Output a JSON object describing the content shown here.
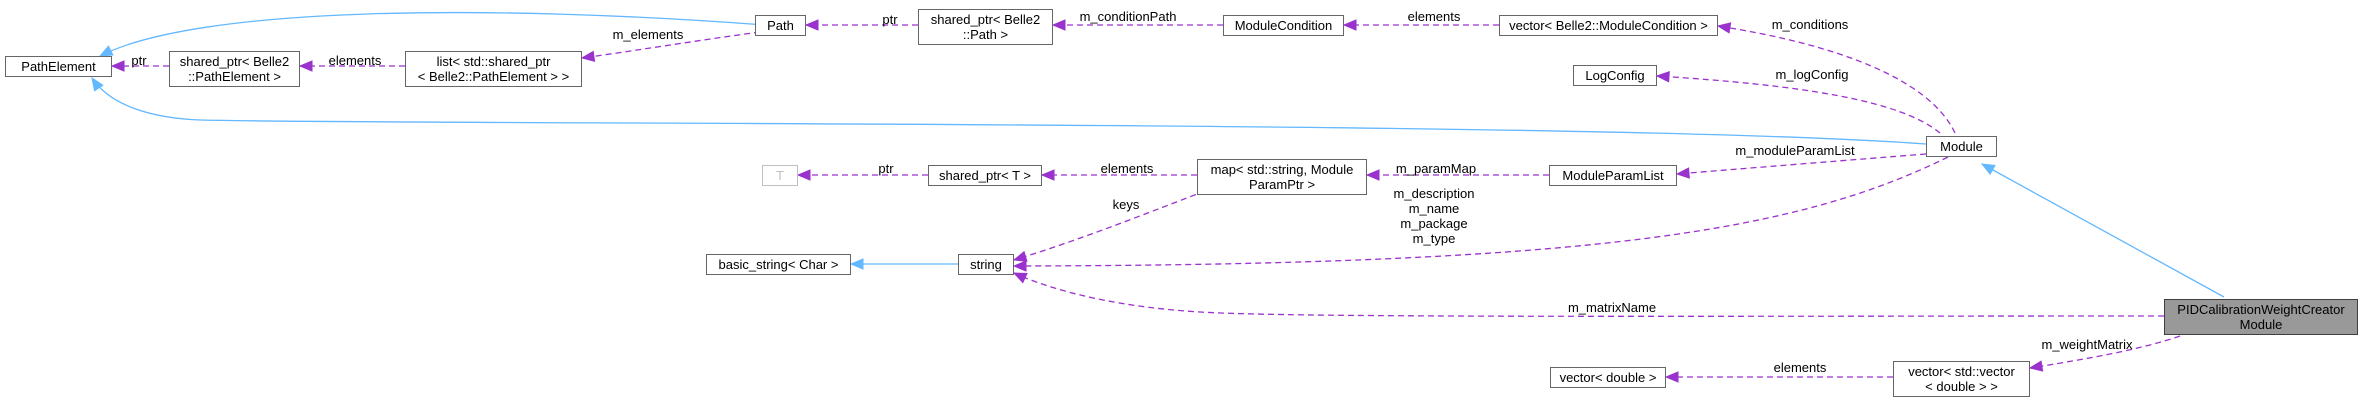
{
  "diagram": {
    "nodes": {
      "path_element": [
        "PathElement"
      ],
      "shared_ptr_path_element": [
        "shared_ptr< Belle2",
        "::PathElement >"
      ],
      "list_shared_ptr": [
        "list< std::shared_ptr",
        "< Belle2::PathElement > >"
      ],
      "path": [
        "Path"
      ],
      "shared_ptr_path": [
        "shared_ptr< Belle2",
        "::Path >"
      ],
      "module_condition": [
        "ModuleCondition"
      ],
      "vector_module_condition": [
        "vector< Belle2::ModuleCondition >"
      ],
      "log_config": [
        "LogConfig"
      ],
      "module": [
        "Module"
      ],
      "t": [
        "T"
      ],
      "shared_ptr_t": [
        "shared_ptr< T >"
      ],
      "map_param": [
        "map< std::string, Module",
        "ParamPtr >"
      ],
      "module_param_list": [
        "ModuleParamList"
      ],
      "basic_string": [
        "basic_string< Char >"
      ],
      "string": [
        "string"
      ],
      "pid_module": [
        "PIDCalibrationWeightCreator",
        "Module"
      ],
      "vector_double": [
        "vector< double >"
      ],
      "vector_vector": [
        "vector< std::vector",
        "< double > >"
      ]
    },
    "edge_labels": {
      "ptr_path_element": [
        "ptr"
      ],
      "m_elements_1": [
        "elements"
      ],
      "m_elements_2": [
        "m_elements"
      ],
      "ptr_path": [
        "ptr"
      ],
      "m_condition_path": [
        "m_conditionPath"
      ],
      "elements_conditions": [
        "elements"
      ],
      "m_conditions": [
        "m_conditions"
      ],
      "m_log_config": [
        "m_logConfig"
      ],
      "ptr_t": [
        "ptr"
      ],
      "elements_map": [
        "elements"
      ],
      "m_param_map": [
        "m_paramMap"
      ],
      "m_module_param_list": [
        "m_moduleParamList"
      ],
      "keys": [
        "keys"
      ],
      "module_strings": [
        "m_description",
        "m_name",
        "m_package",
        "m_type"
      ],
      "m_matrix_name": [
        "m_matrixName"
      ],
      "elements_double": [
        "elements"
      ],
      "m_weight_matrix": [
        "m_weightMatrix"
      ]
    },
    "colors": {
      "inheritance": "#63b8ff",
      "usage": "#9a32cd",
      "node_border": "#666666",
      "ghost_border": "#bfbfbf",
      "focus_fill": "#999999"
    }
  }
}
